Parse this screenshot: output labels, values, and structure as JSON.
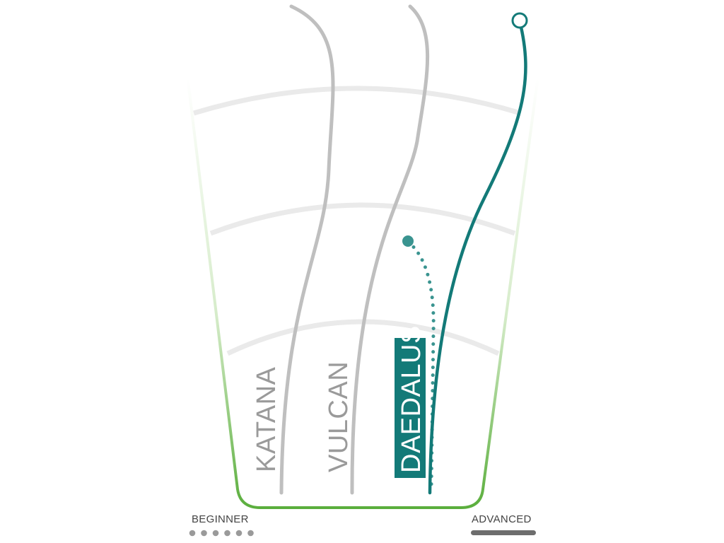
{
  "colors": {
    "background": "#ffffff",
    "frame_green": "#5aae3c",
    "frame_green_light": "#d6ecca",
    "guide_arc": "#eaeaea",
    "inactive_line": "#bfbfbf",
    "inactive_text": "#9a9a9a",
    "active_teal": "#137a78",
    "active_teal_dots": "#3a9490",
    "label_box_text": "#ffffff",
    "scale_dots": "#9a9a9a",
    "scale_bar": "#6d6d6d"
  },
  "lines": [
    {
      "id": "katana",
      "label": "KATANA",
      "active": false
    },
    {
      "id": "vulcan",
      "label": "VULCAN",
      "active": false
    },
    {
      "id": "daedalus",
      "label": "DAEDALUS",
      "active": true
    }
  ],
  "scale": {
    "left_label": "BEGINNER",
    "right_label": "ADVANCED",
    "left_marker": "dots",
    "left_dot_count": 6,
    "right_marker": "bar"
  }
}
